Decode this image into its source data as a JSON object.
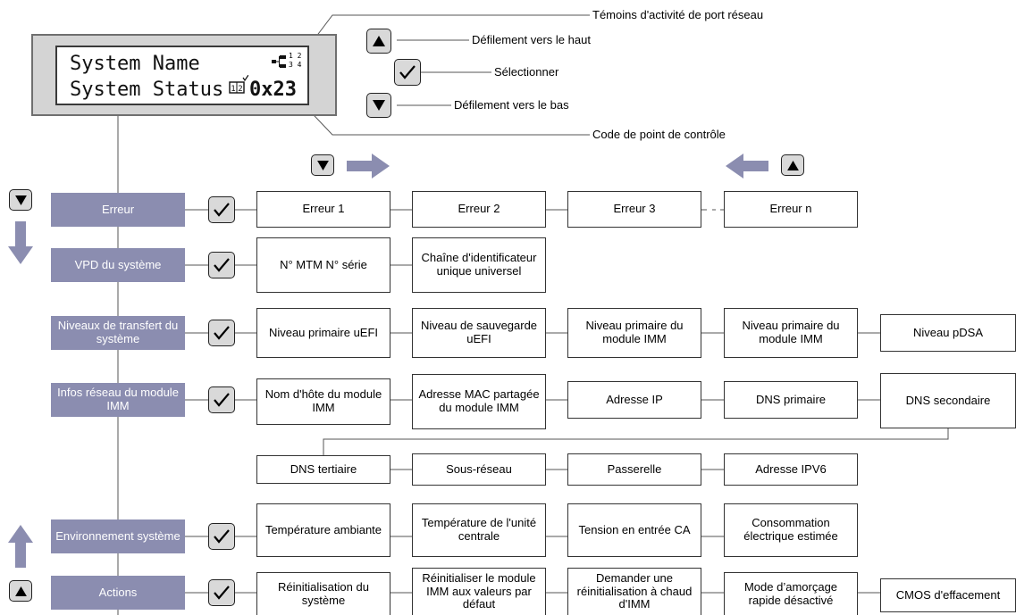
{
  "lcd": {
    "line1": "System Name",
    "line2": "System Status",
    "code": "0x23",
    "port_digits_top": "1 2",
    "port_digits_bottom": "3 4",
    "mini_display": "1|2"
  },
  "callouts": {
    "network_activity": "Témoins d'activité de port réseau",
    "scroll_up": "Défilement vers le haut",
    "select": "Sélectionner",
    "scroll_down": "Défilement vers le bas",
    "checkpoint_code": "Code de point de contrôle"
  },
  "menus": {
    "erreur": "Erreur",
    "vpd": "VPD du système",
    "niveaux": "Niveaux de transfert du système",
    "infos": "Infos réseau du module IMM",
    "env": "Environnement système",
    "actions": "Actions"
  },
  "rows": {
    "erreur": [
      "Erreur 1",
      "Erreur 2",
      "Erreur 3",
      "Erreur n"
    ],
    "vpd": [
      "N° MTM N° série",
      "Chaîne d'identificateur unique universel"
    ],
    "niveaux": [
      "Niveau primaire uEFI",
      "Niveau de sauvegarde uEFI",
      "Niveau primaire du module IMM",
      "Niveau primaire du module IMM",
      "Niveau pDSA"
    ],
    "infos": [
      "Nom d'hôte du module IMM",
      "Adresse MAC partagée du module IMM",
      "Adresse IP",
      "DNS primaire",
      "DNS secondaire"
    ],
    "infos2": [
      "DNS tertiaire",
      "Sous-réseau",
      "Passerelle",
      "Adresse IPV6"
    ],
    "env": [
      "Température ambiante",
      "Température de l'unité centrale",
      "Tension en entrée CA",
      "Consommation électrique estimée"
    ],
    "actions": [
      "Réinitialisation du système",
      "Réinitialiser le module IMM aux valeurs par défaut",
      "Demander une réinitialisation à chaud d'IMM",
      "Mode d’amorçage rapide désactivé",
      "CMOS d'effacement"
    ]
  },
  "colors": {
    "menu_fill": "#8b8db0",
    "arrow_fill": "#8b8db0",
    "button_fill": "#d9d9d9",
    "lcd_frame": "#d4d4d4"
  },
  "icons": {
    "up": "triangle-up-icon",
    "down": "triangle-down-icon",
    "select": "checkmark-icon",
    "network": "network-port-icon"
  }
}
